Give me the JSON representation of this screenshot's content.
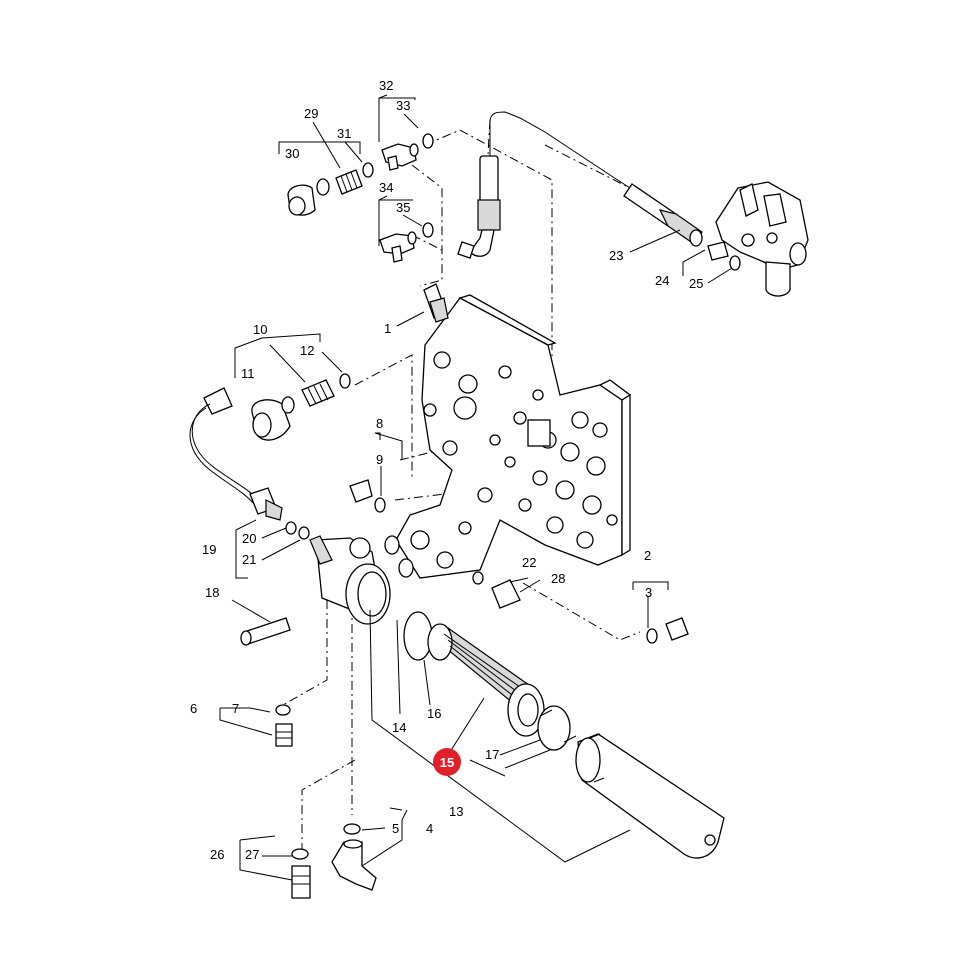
{
  "diagram": {
    "highlighted_part": "15",
    "highlight_color": "#e0202a",
    "labels": {
      "p1": "1",
      "p2": "2",
      "p3": "3",
      "p4": "4",
      "p5": "5",
      "p6": "6",
      "p7": "7",
      "p8": "8",
      "p9": "9",
      "p10": "10",
      "p11": "11",
      "p12": "12",
      "p13": "13",
      "p14": "14",
      "p15": "15",
      "p16": "16",
      "p17": "17",
      "p18": "18",
      "p19": "19",
      "p20": "20",
      "p21": "21",
      "p22": "22",
      "p23": "23",
      "p24": "24",
      "p25": "25",
      "p26": "26",
      "p27": "27",
      "p28": "28",
      "p29": "29",
      "p30": "30",
      "p31": "31",
      "p32": "32",
      "p33": "33",
      "p34": "34",
      "p35": "35"
    }
  }
}
